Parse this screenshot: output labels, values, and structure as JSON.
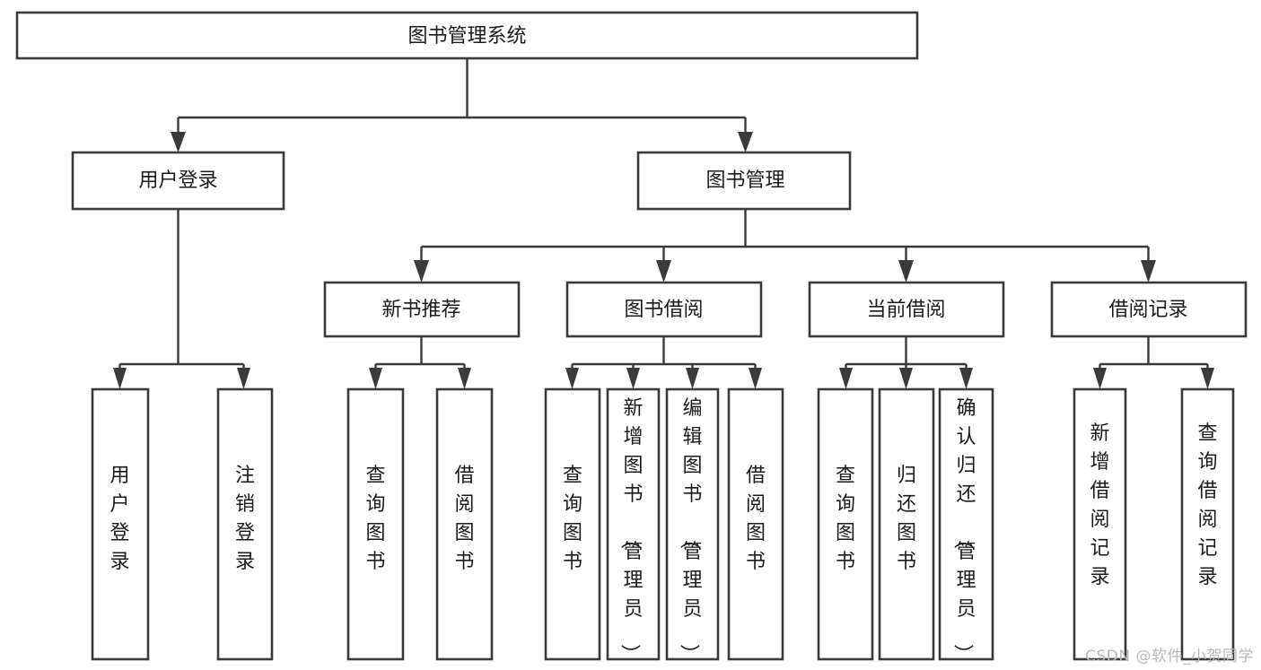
{
  "diagram": {
    "type": "tree-hierarchy",
    "title": "图书管理系统",
    "watermark": "CSDN @软件_小贺同学",
    "colors": {
      "box_stroke": "#3a3a3a",
      "box_fill": "#ffffff",
      "text": "#1b1b1b",
      "connector": "#3a3a3a",
      "background": "#ffffff",
      "watermark": "#b9b9b9"
    },
    "levels": {
      "root": {
        "label": "图书管理系统"
      },
      "level1": [
        {
          "label": "用户登录"
        },
        {
          "label": "图书管理"
        }
      ],
      "level2": [
        {
          "label": "新书推荐",
          "parent": "图书管理"
        },
        {
          "label": "图书借阅",
          "parent": "图书管理"
        },
        {
          "label": "当前借阅",
          "parent": "图书管理"
        },
        {
          "label": "借阅记录",
          "parent": "图书管理"
        }
      ],
      "leaves": [
        {
          "label": "用户登录",
          "parent": "用户登录"
        },
        {
          "label": "注销登录",
          "parent": "用户登录"
        },
        {
          "label": "查询图书",
          "parent": "新书推荐"
        },
        {
          "label": "借阅图书",
          "parent": "新书推荐"
        },
        {
          "label": "查询图书",
          "parent": "图书借阅"
        },
        {
          "label": "新增图书（管理员）",
          "parent": "图书借阅"
        },
        {
          "label": "编辑图书（管理员）",
          "parent": "图书借阅"
        },
        {
          "label": "借阅图书",
          "parent": "图书借阅"
        },
        {
          "label": "查询图书",
          "parent": "当前借阅"
        },
        {
          "label": "归还图书",
          "parent": "当前借阅"
        },
        {
          "label": "确认归还（管理员）",
          "parent": "当前借阅"
        },
        {
          "label": "新增借阅记录",
          "parent": "借阅记录"
        },
        {
          "label": "查询借阅记录",
          "parent": "借阅记录"
        }
      ]
    },
    "nodes": {
      "root": {
        "label": "图书管理系统"
      },
      "n_user_login": {
        "label": "用户登录"
      },
      "n_book_mgmt": {
        "label": "图书管理"
      },
      "n_new_book_rec": {
        "label": "新书推荐"
      },
      "n_book_borrow": {
        "label": "图书借阅"
      },
      "n_current_borrow": {
        "label": "当前借阅"
      },
      "n_borrow_record": {
        "label": "借阅记录"
      },
      "l_user_login": {
        "label": "用户登录"
      },
      "l_logout": {
        "label": "注销登录"
      },
      "l_query_book_a": {
        "label": "查询图书"
      },
      "l_borrow_book_a": {
        "label": "借阅图书"
      },
      "l_query_book_b": {
        "label": "查询图书"
      },
      "l_add_book": {
        "label": "新增图书（管理员）"
      },
      "l_edit_book": {
        "label": "编辑图书（管理员）"
      },
      "l_borrow_book_b": {
        "label": "借阅图书"
      },
      "l_query_book_c": {
        "label": "查询图书"
      },
      "l_return_book": {
        "label": "归还图书"
      },
      "l_confirm_return": {
        "label": "确认归还（管理员）"
      },
      "l_add_record": {
        "label": "新增借阅记录"
      },
      "l_query_record": {
        "label": "查询借阅记录"
      }
    }
  }
}
